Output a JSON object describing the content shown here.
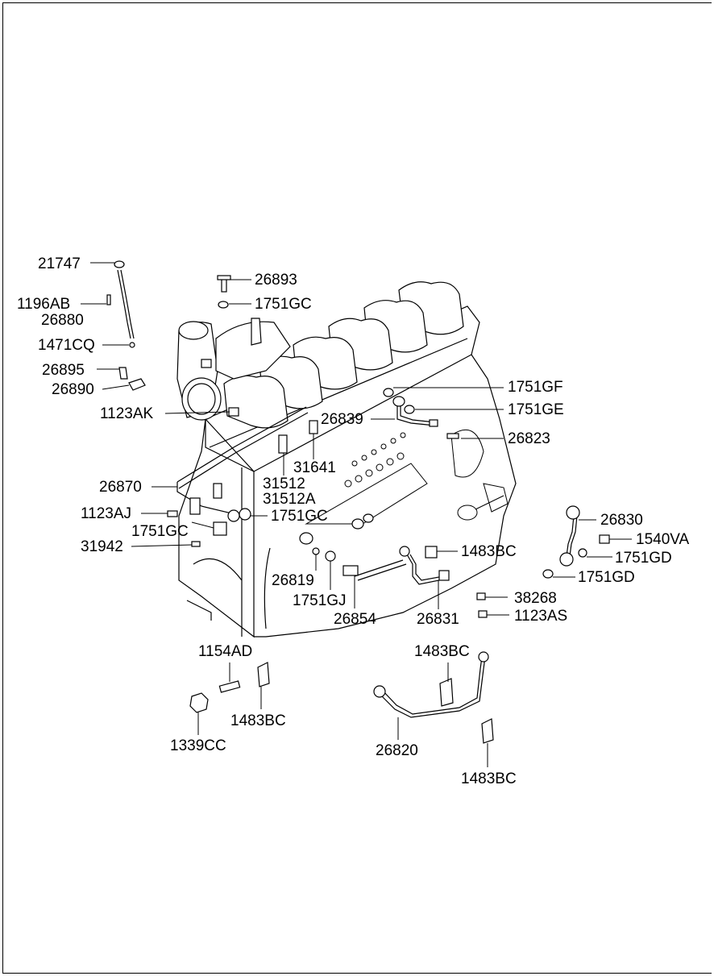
{
  "labels": {
    "p21747": "21747",
    "p1196AB": "1196AB",
    "p26880": "26880",
    "p1471CQ": "1471CQ",
    "p26895": "26895",
    "p26890": "26890",
    "p1123AK": "1123AK",
    "p26893": "26893",
    "p1751GC_top": "1751GC",
    "p1751GF": "1751GF",
    "p1751GE": "1751GE",
    "p26839": "26839",
    "p26823": "26823",
    "p31641": "31641",
    "p26870": "26870",
    "p31512": "31512",
    "p31512A": "31512A",
    "p1123AJ": "1123AJ",
    "p1751GC_mid": "1751GC",
    "p1751GC_left": "1751GC",
    "p31942": "31942",
    "p26830": "26830",
    "p1540VA": "1540VA",
    "p1751GD_a": "1751GD",
    "p1751GD_b": "1751GD",
    "p1483BC_a": "1483BC",
    "p26819": "26819",
    "p1751GJ": "1751GJ",
    "p26854": "26854",
    "p26831": "26831",
    "p38268": "38268",
    "p1123AS": "1123AS",
    "p1154AD": "1154AD",
    "p1483BC_b": "1483BC",
    "p1339CC": "1339CC",
    "p1483BC_c": "1483BC",
    "p26820": "26820",
    "p1483BC_d": "1483BC"
  }
}
